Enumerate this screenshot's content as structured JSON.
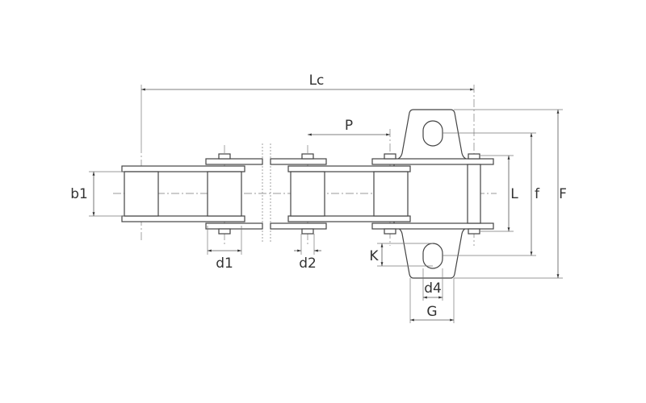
{
  "title": "Attachment roller chain dimension drawing",
  "labels": {
    "Lc": "Lc",
    "P": "P",
    "b1": "b1",
    "d1": "d1",
    "d2": "d2",
    "d4": "d4",
    "K": "K",
    "G": "G",
    "L": "L",
    "f": "f",
    "F": "F"
  }
}
